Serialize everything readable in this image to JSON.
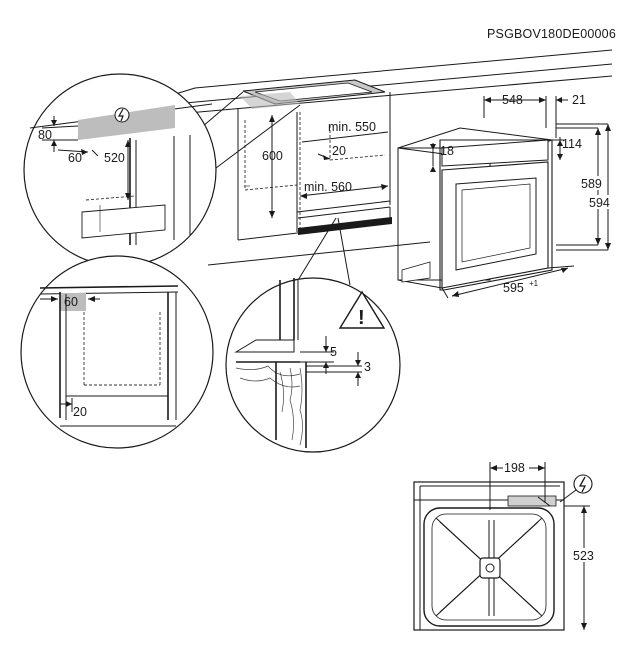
{
  "document_code": "PSGBOV180DE00006",
  "detail_top_left": {
    "dim_80": "80",
    "dim_60": "60",
    "dim_520": "520"
  },
  "cabinet": {
    "dim_600": "600",
    "dim_min550": "min. 550",
    "dim_20": "20",
    "dim_min560": "min. 560"
  },
  "oven": {
    "dim_548": "548",
    "dim_21": "21",
    "dim_114": "114",
    "dim_18": "18",
    "dim_589": "589",
    "dim_594": "594",
    "dim_595": "595",
    "dim_595_tol": "+1"
  },
  "detail_bottom_left": {
    "dim_60": "60",
    "dim_20": "20"
  },
  "detail_bottom_mid": {
    "dim_5": "5",
    "dim_3": "3"
  },
  "rear_view": {
    "dim_198": "198",
    "dim_523": "523"
  }
}
